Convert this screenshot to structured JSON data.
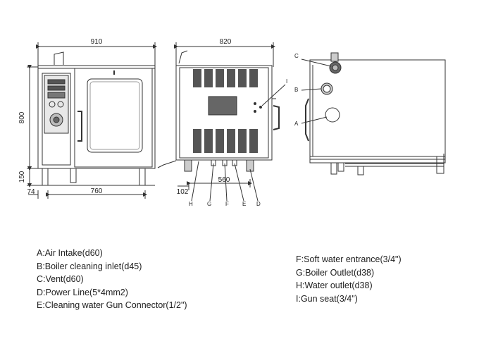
{
  "front_view": {
    "width_dim": "910",
    "height_dim": "800",
    "foot_dim": "150",
    "side_offset_dim": "74",
    "inner_width_dim": "760"
  },
  "side_view": {
    "width_dim": "820",
    "offset_dim": "102",
    "spacing_dim": "560",
    "points": [
      "H",
      "G",
      "F",
      "E",
      "D",
      "I"
    ]
  },
  "rear_view": {
    "points": [
      "C",
      "B",
      "A"
    ]
  },
  "legend_left": [
    "A:Air Intake(d60)",
    "B:Boiler cleaning inlet(d45)",
    "C:Vent(d60)",
    "D:Power Line(5*4mm2)",
    "E:Cleaning water Gun Connector(1/2\")"
  ],
  "legend_right": [
    "F:Soft water entrance(3/4\")",
    "G:Boiler Outlet(d38)",
    "H:Water outlet(d38)",
    "I:Gun seat(3/4\")"
  ]
}
